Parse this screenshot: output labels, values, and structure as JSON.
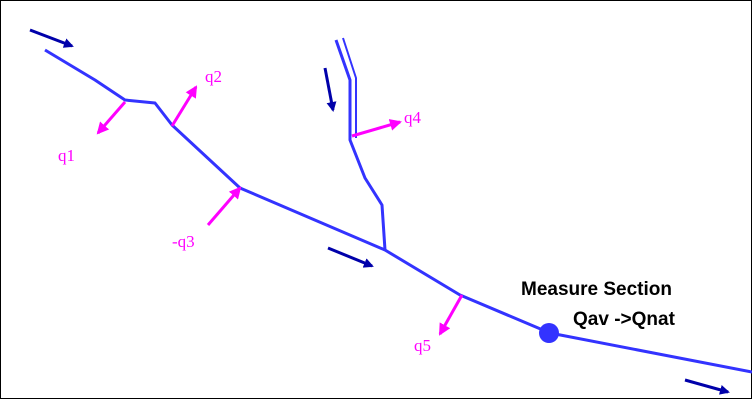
{
  "diagram": {
    "flow_labels": {
      "q1": "q1",
      "q2": "q2",
      "q3": "-q3",
      "q4": "q4",
      "q5": "q5"
    },
    "measure_section": {
      "title": "Measure Section",
      "subtitle": "Qav ->Qnat"
    },
    "colors": {
      "river": "#3333ff",
      "flow_arrow": "#0000aa",
      "lateral_flow": "#ff00ff",
      "measure_point": "#3333ff",
      "text": "#000000"
    }
  }
}
